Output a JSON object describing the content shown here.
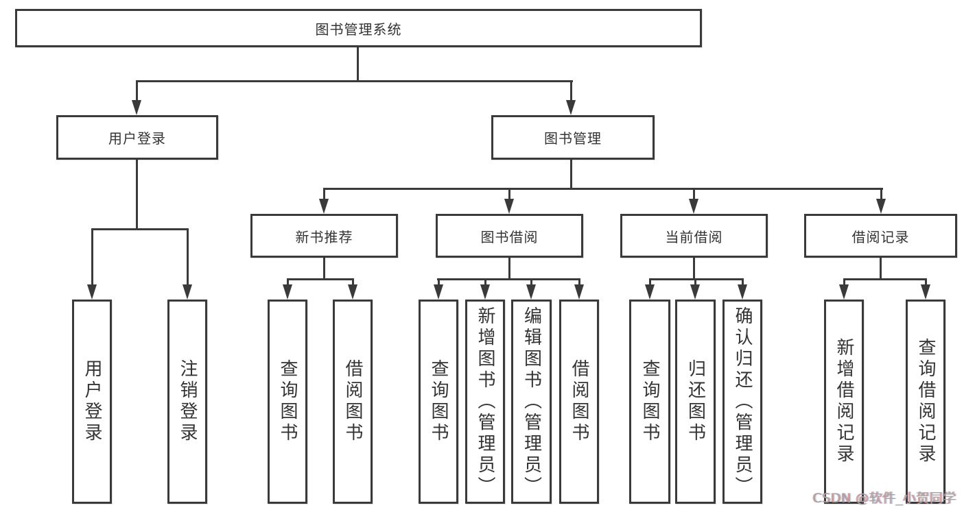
{
  "title": "图书管理系统",
  "watermark": "CSDN @软件_小贺同学",
  "colors": {
    "line": "#3a3a3a",
    "text": "#333333",
    "box_background": "#ffffff",
    "watermark": "#a7a7a7"
  },
  "branches": [
    {
      "label": "用户登录",
      "leaves": [
        "用户登录",
        "注销登录"
      ]
    },
    {
      "label": "图书管理",
      "groups": [
        {
          "label": "新书推荐",
          "leaves": [
            "查询图书",
            "借阅图书"
          ]
        },
        {
          "label": "图书借阅",
          "leaves": [
            "查询图书",
            "新增图书（管理员）",
            "编辑图书（管理员）",
            "借阅图书"
          ]
        },
        {
          "label": "当前借阅",
          "leaves": [
            "查询图书",
            "归还图书",
            "确认归还（管理员）"
          ]
        },
        {
          "label": "借阅记录",
          "leaves": [
            "新增借阅记录",
            "查询借阅记录"
          ]
        }
      ]
    }
  ]
}
